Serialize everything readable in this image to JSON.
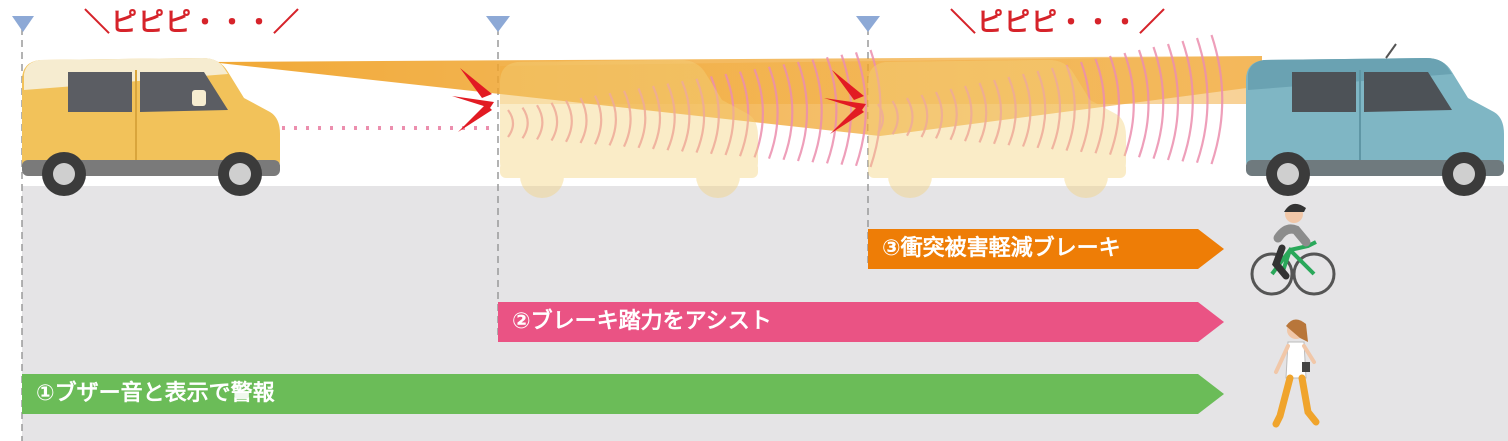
{
  "beep_label": "＼ピピピ・・・／",
  "steps": [
    {
      "label": "①ブザー音と表示で警報",
      "color": "#6bbc58"
    },
    {
      "label": "②ブレーキ踏力をアシスト",
      "color": "#ea5384"
    },
    {
      "label": "③衝突被害軽減ブレーキ",
      "color": "#ee7d06"
    }
  ],
  "colors": {
    "own_car": "#f2c25a",
    "own_car_roof": "#f6ecd0",
    "lead_car": "#7fb6c4",
    "radar_beam": "#f0a42c",
    "radar_wave": "#ec8fae",
    "warning_mark": "#e21b23",
    "marker_triangle": "#8da9d6",
    "ground": "#e5e4e6"
  },
  "icons": [
    "marker-triangle-icon",
    "car-icon",
    "cyclist-icon",
    "pedestrian-icon",
    "warning-burst-icon"
  ]
}
